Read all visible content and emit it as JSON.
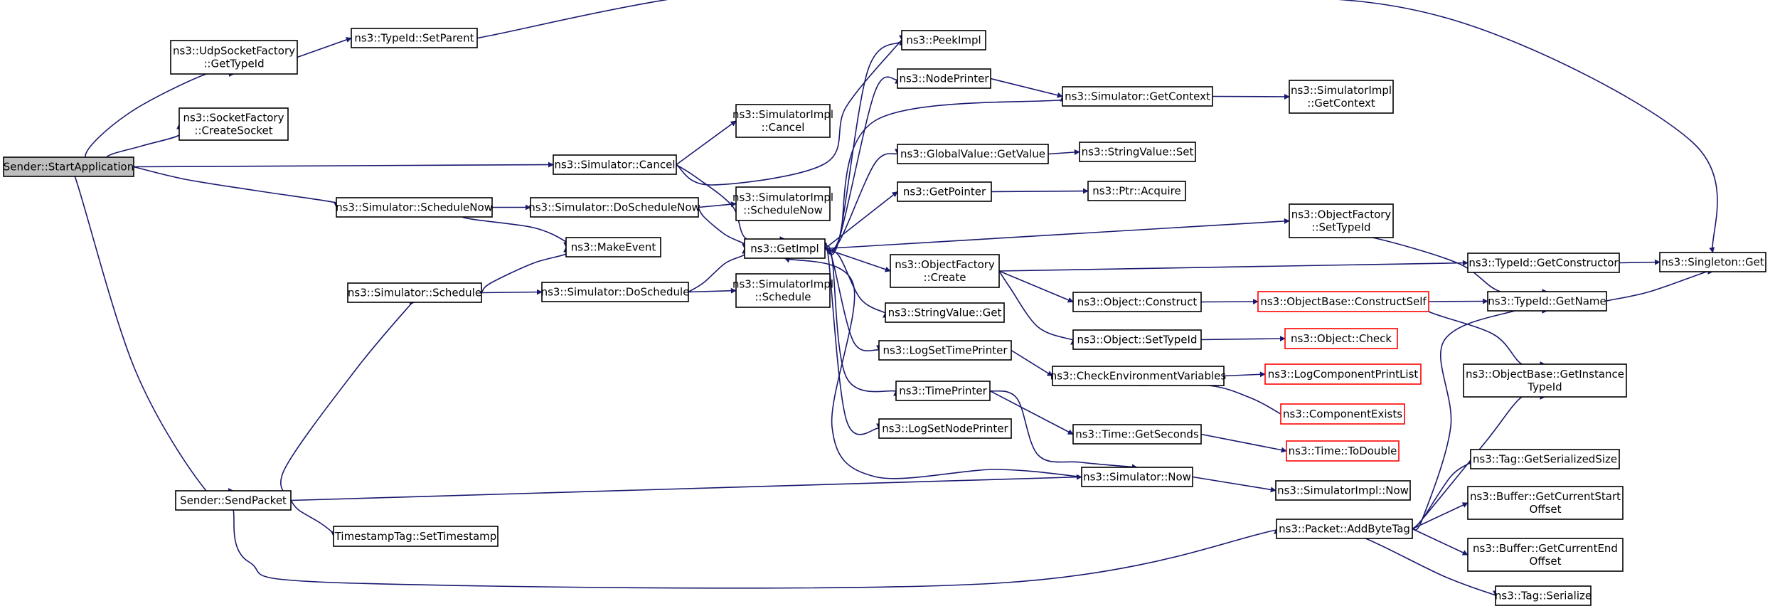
{
  "colors": {
    "edge": "#191970",
    "node_border": "#000000",
    "root_fill": "#bfbfbf",
    "highlight_border": "#ff0000"
  },
  "nodes": [
    {
      "id": "n0",
      "lines": [
        "Sender::StartApplication"
      ],
      "style": "root"
    },
    {
      "id": "n1",
      "lines": [
        "ns3::UdpSocketFactory",
        "::GetTypeId"
      ]
    },
    {
      "id": "n2",
      "lines": [
        "ns3::SocketFactory",
        "::CreateSocket"
      ]
    },
    {
      "id": "n3",
      "lines": [
        "ns3::Simulator::Cancel"
      ]
    },
    {
      "id": "n4",
      "lines": [
        "ns3::Simulator::ScheduleNow"
      ]
    },
    {
      "id": "n5",
      "lines": [
        "Sender::SendPacket"
      ]
    },
    {
      "id": "n6",
      "lines": [
        "ns3::TypeId::SetParent"
      ]
    },
    {
      "id": "n7",
      "lines": [
        "ns3::Singleton::Get"
      ]
    },
    {
      "id": "n8",
      "lines": [
        "ns3::SimulatorImpl",
        "::Cancel"
      ]
    },
    {
      "id": "n9",
      "lines": [
        "ns3::GetImpl"
      ]
    },
    {
      "id": "n10",
      "lines": [
        "ns3::Simulator::DoScheduleNow"
      ]
    },
    {
      "id": "n11",
      "lines": [
        "ns3::MakeEvent"
      ]
    },
    {
      "id": "n12",
      "lines": [
        "ns3::SimulatorImpl",
        "::ScheduleNow"
      ]
    },
    {
      "id": "n13",
      "lines": [
        "ns3::Simulator::Schedule"
      ]
    },
    {
      "id": "n14",
      "lines": [
        "ns3::Simulator::DoSchedule"
      ]
    },
    {
      "id": "n15",
      "lines": [
        "ns3::SimulatorImpl",
        "::Schedule"
      ]
    },
    {
      "id": "n16",
      "lines": [
        "ns3::PeekImpl"
      ]
    },
    {
      "id": "n17",
      "lines": [
        "ns3::NodePrinter"
      ]
    },
    {
      "id": "n18",
      "lines": [
        "ns3::Simulator::GetContext"
      ]
    },
    {
      "id": "n19",
      "lines": [
        "ns3::SimulatorImpl",
        "::GetContext"
      ]
    },
    {
      "id": "n20",
      "lines": [
        "ns3::GlobalValue::GetValue"
      ]
    },
    {
      "id": "n21",
      "lines": [
        "ns3::StringValue::Set"
      ]
    },
    {
      "id": "n22",
      "lines": [
        "ns3::GetPointer"
      ]
    },
    {
      "id": "n23",
      "lines": [
        "ns3::Ptr::Acquire"
      ]
    },
    {
      "id": "n24",
      "lines": [
        "ns3::ObjectFactory",
        "::SetTypeId"
      ]
    },
    {
      "id": "n25",
      "lines": [
        "ns3::ObjectFactory",
        "::Create"
      ]
    },
    {
      "id": "n26",
      "lines": [
        "ns3::TypeId::GetConstructor"
      ]
    },
    {
      "id": "n27",
      "lines": [
        "ns3::Object::Construct"
      ]
    },
    {
      "id": "n28",
      "lines": [
        "ns3::ObjectBase::ConstructSelf"
      ],
      "style": "red"
    },
    {
      "id": "n29",
      "lines": [
        "ns3::TypeId::GetName"
      ]
    },
    {
      "id": "n30",
      "lines": [
        "ns3::Object::SetTypeId"
      ]
    },
    {
      "id": "n31",
      "lines": [
        "ns3::Object::Check"
      ],
      "style": "red"
    },
    {
      "id": "n32",
      "lines": [
        "ns3::StringValue::Get"
      ]
    },
    {
      "id": "n33",
      "lines": [
        "ns3::LogSetTimePrinter"
      ]
    },
    {
      "id": "n34",
      "lines": [
        "ns3::CheckEnvironmentVariables"
      ]
    },
    {
      "id": "n35",
      "lines": [
        "ns3::LogComponentPrintList"
      ],
      "style": "red"
    },
    {
      "id": "n36",
      "lines": [
        "ns3::ComponentExists"
      ],
      "style": "red"
    },
    {
      "id": "n37",
      "lines": [
        "ns3::TimePrinter"
      ]
    },
    {
      "id": "n38",
      "lines": [
        "ns3::Time::GetSeconds"
      ]
    },
    {
      "id": "n39",
      "lines": [
        "ns3::Time::ToDouble"
      ],
      "style": "red"
    },
    {
      "id": "n40",
      "lines": [
        "ns3::LogSetNodePrinter"
      ]
    },
    {
      "id": "n41",
      "lines": [
        "ns3::Simulator::Now"
      ]
    },
    {
      "id": "n42",
      "lines": [
        "ns3::SimulatorImpl::Now"
      ]
    },
    {
      "id": "n43",
      "lines": [
        "ns3::ObjectBase::GetInstance",
        "TypeId"
      ]
    },
    {
      "id": "n44",
      "lines": [
        "ns3::Tag::GetSerializedSize"
      ]
    },
    {
      "id": "n45",
      "lines": [
        "ns3::Buffer::GetCurrentStart",
        "Offset"
      ]
    },
    {
      "id": "n46",
      "lines": [
        "ns3::Buffer::GetCurrentEnd",
        "Offset"
      ]
    },
    {
      "id": "n47",
      "lines": [
        "ns3::Tag::Serialize"
      ]
    },
    {
      "id": "n48",
      "lines": [
        "ns3::Packet::AddByteTag"
      ]
    },
    {
      "id": "n49",
      "lines": [
        "TimestampTag::SetTimestamp"
      ]
    }
  ]
}
